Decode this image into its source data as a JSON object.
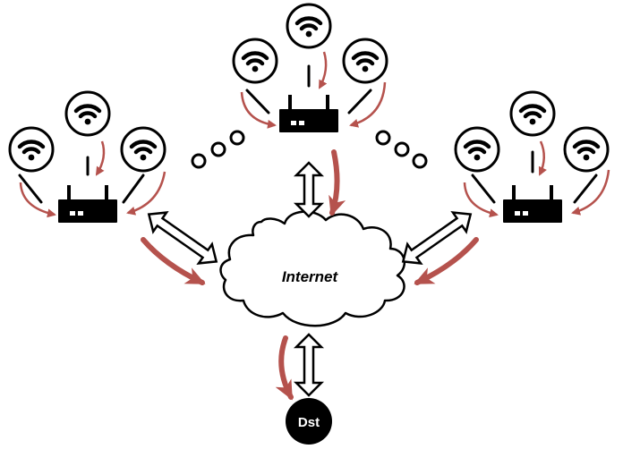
{
  "cloud": {
    "label": "Internet"
  },
  "destination": {
    "label": "Dst"
  },
  "colors": {
    "flow_arrow": "#b5524d",
    "outline": "#000000",
    "fill": "#ffffff"
  },
  "groups": [
    {
      "name": "left-network",
      "router_icon": "router-icon",
      "client_icon": "wifi-icon",
      "client_count": 3
    },
    {
      "name": "top-network",
      "router_icon": "router-icon",
      "client_icon": "wifi-icon",
      "client_count": 3
    },
    {
      "name": "right-network",
      "router_icon": "router-icon",
      "client_icon": "wifi-icon",
      "client_count": 3
    }
  ],
  "ellipsis_icon": "more-networks-dots"
}
